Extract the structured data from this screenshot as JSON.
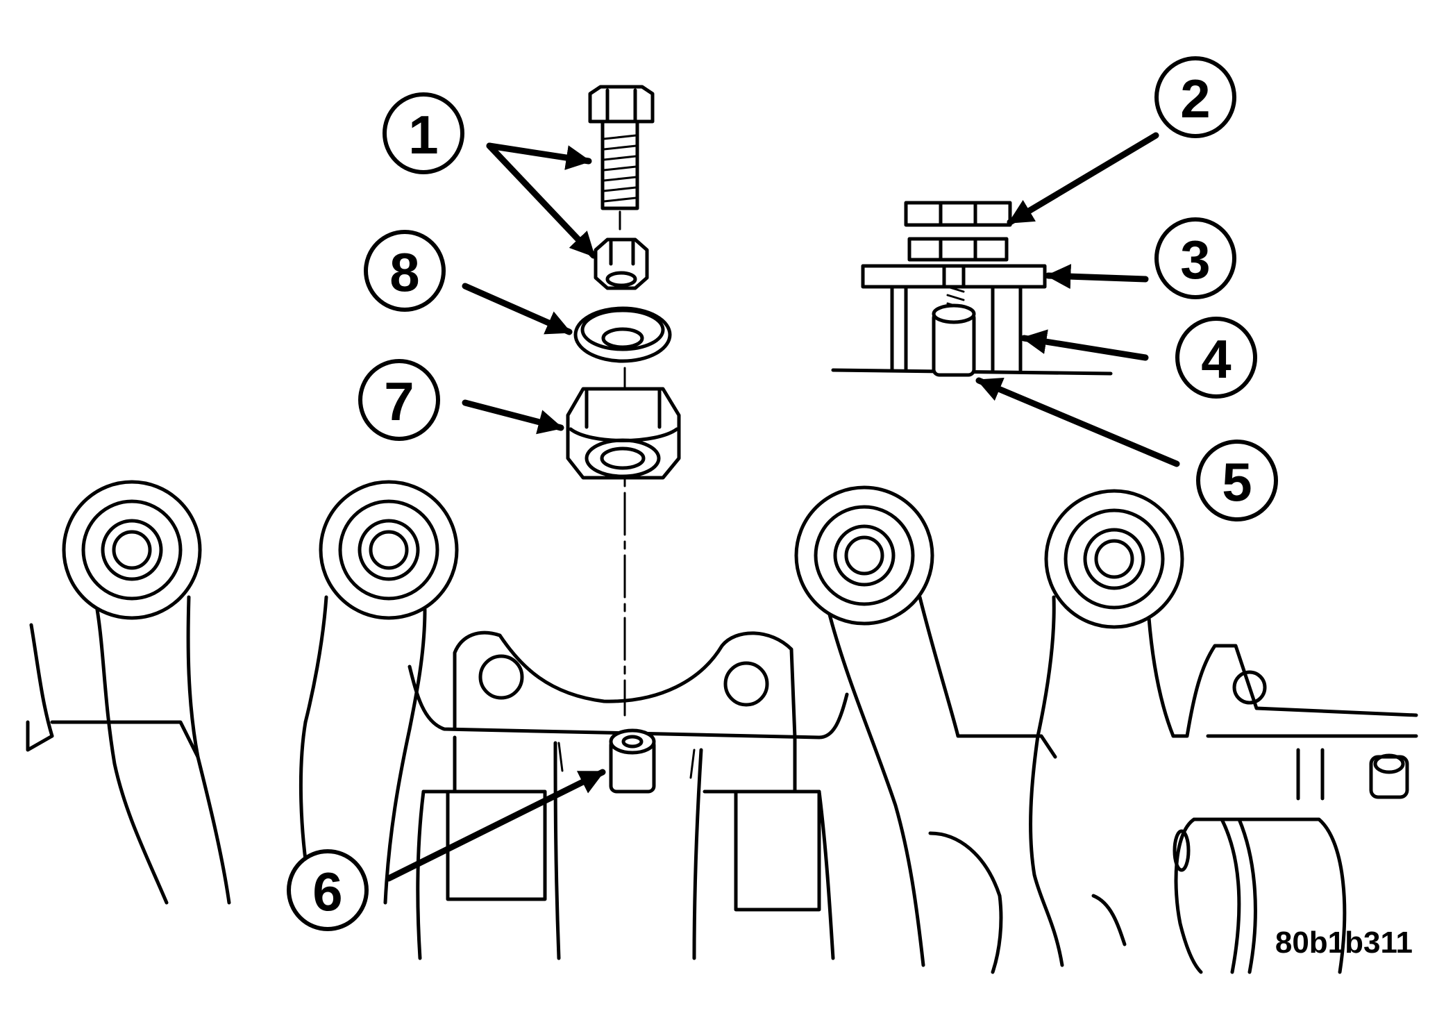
{
  "diagram": {
    "code": "80b1b311",
    "callouts": [
      {
        "id": "callout-1",
        "label": "1"
      },
      {
        "id": "callout-2",
        "label": "2"
      },
      {
        "id": "callout-3",
        "label": "3"
      },
      {
        "id": "callout-4",
        "label": "4"
      },
      {
        "id": "callout-5",
        "label": "5"
      },
      {
        "id": "callout-6",
        "label": "6"
      },
      {
        "id": "callout-7",
        "label": "7"
      },
      {
        "id": "callout-8",
        "label": "8"
      }
    ]
  }
}
